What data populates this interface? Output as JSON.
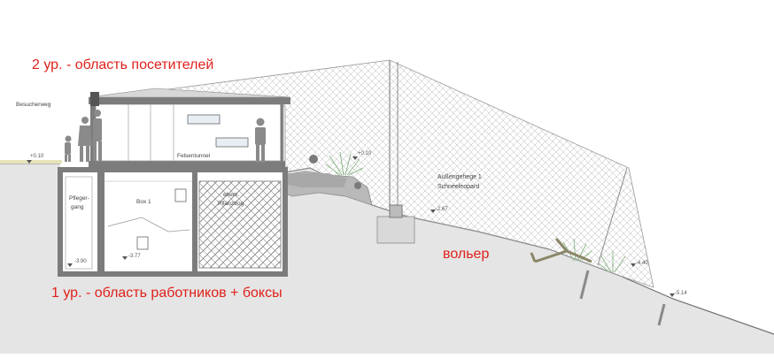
{
  "annotations": {
    "level2": "2 ур. - область посетителей",
    "level1": "1 ур. - область работников + боксы",
    "enclosure": "вольер"
  },
  "labels": {
    "visitor_path": "Besucherweg",
    "rock_tunnel": "Felsentunnel",
    "keeper_corridor_line1": "Pfleger-",
    "keeper_corridor_line2": "gang",
    "box1": "Box 1",
    "former_planter_line1": "ehem.",
    "former_planter_line2": "Pflanztrog",
    "outdoor_line1": "Außengehege 1",
    "outdoor_line2": "Schneeleopard"
  },
  "elevations": {
    "visitor_path": "+0.10",
    "tunnel_right": "+0.10",
    "keeper_floor": "-3.90",
    "box_floor": "-3.77",
    "enclosure_mid": "-2.67",
    "enclosure_right": "-4.40",
    "enclosure_far": "-5.14"
  },
  "colors": {
    "annotation_red": "#e0211b",
    "ground": "#e4e4e4",
    "wall": "#7c7c7c",
    "mesh": "#a9a9a9"
  }
}
